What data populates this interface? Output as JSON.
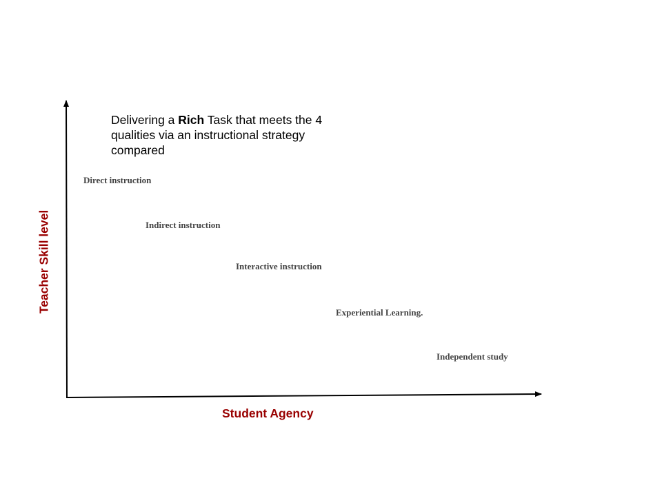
{
  "title": {
    "prefix": "Delivering a ",
    "bold": "Rich",
    "suffix": " Task that meets the 4 qualities  via an instructional strategy compared"
  },
  "axes": {
    "x_label": "Student Agency",
    "y_label": "Teacher Skill level"
  },
  "strategies": [
    {
      "label": "Direct instruction"
    },
    {
      "label": "Indirect instruction"
    },
    {
      "label": "Interactive instruction"
    },
    {
      "label": "Experiential Learning."
    },
    {
      "label": "Independent study"
    }
  ],
  "colors": {
    "axis_label": "#990000",
    "strategy_text": "#434343",
    "axis_line": "#000000"
  }
}
